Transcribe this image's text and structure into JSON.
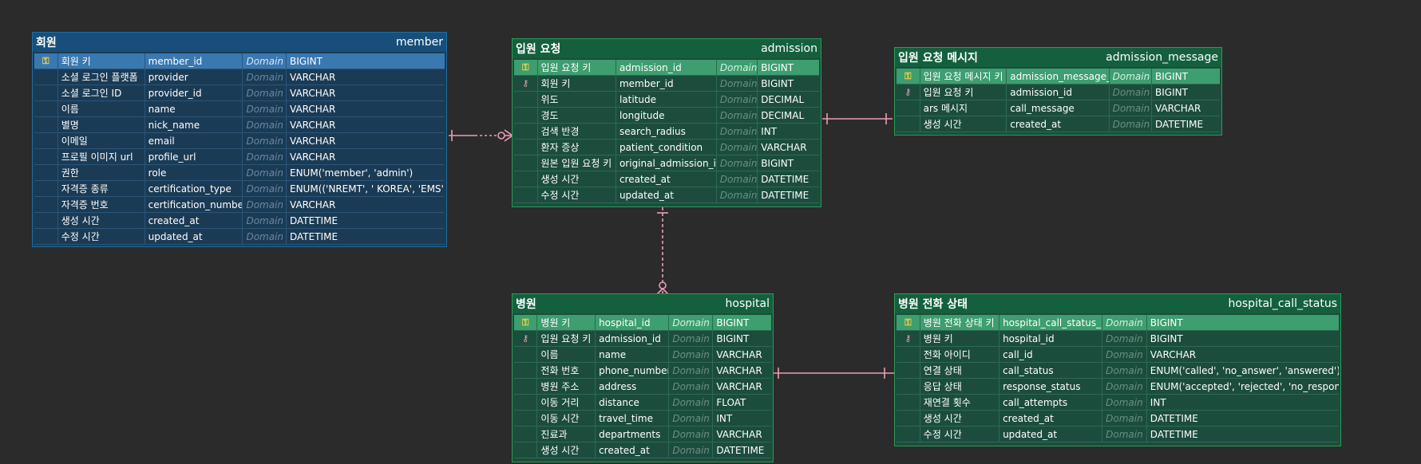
{
  "colors": {
    "background": "#2b2b2b",
    "green_border": "#2b9a59",
    "blue_border": "#1f6da0",
    "link": "#e8a0b4"
  },
  "member": {
    "title_ko": "회원",
    "title_en": "member",
    "rows": [
      {
        "ko": "회원 키",
        "col": "member_id",
        "domain": "Domain",
        "type": "BIGINT",
        "key": "pk"
      },
      {
        "ko": "소셜 로그인 플랫폼",
        "col": "provider",
        "domain": "Domain",
        "type": "VARCHAR"
      },
      {
        "ko": "소셜 로그인 ID",
        "col": "provider_id",
        "domain": "Domain",
        "type": "VARCHAR"
      },
      {
        "ko": "이름",
        "col": "name",
        "domain": "Domain",
        "type": "VARCHAR"
      },
      {
        "ko": "별명",
        "col": "nick_name",
        "domain": "Domain",
        "type": "VARCHAR"
      },
      {
        "ko": "이메일",
        "col": "email",
        "domain": "Domain",
        "type": "VARCHAR"
      },
      {
        "ko": "프로필 이미지 url",
        "col": "profile_url",
        "domain": "Domain",
        "type": "VARCHAR"
      },
      {
        "ko": "권한",
        "col": "role",
        "domain": "Domain",
        "type": "ENUM('member', 'admin')"
      },
      {
        "ko": "자격증 종류",
        "col": "certification_type",
        "domain": "Domain",
        "type": "ENUM(('NREMT', ' KOREA',  'EMS')"
      },
      {
        "ko": "자격증 번호",
        "col": "certification_number",
        "domain": "Domain",
        "type": "VARCHAR"
      },
      {
        "ko": "생성 시간",
        "col": "created_at",
        "domain": "Domain",
        "type": "DATETIME"
      },
      {
        "ko": "수정 시간",
        "col": "updated_at",
        "domain": "Domain",
        "type": "DATETIME"
      }
    ]
  },
  "admission": {
    "title_ko": "입원 요청",
    "title_en": "admission",
    "rows": [
      {
        "ko": "입원 요청 키",
        "col": "admission_id",
        "domain": "Domain",
        "type": "BIGINT",
        "key": "pk"
      },
      {
        "ko": "회원 키",
        "col": "member_id",
        "domain": "Domain",
        "type": "BIGINT",
        "key": "fk"
      },
      {
        "ko": "위도",
        "col": "latitude",
        "domain": "Domain",
        "type": "DECIMAL"
      },
      {
        "ko": "경도",
        "col": "longitude",
        "domain": "Domain",
        "type": "DECIMAL"
      },
      {
        "ko": "검색 반경",
        "col": "search_radius",
        "domain": "Domain",
        "type": "INT"
      },
      {
        "ko": "환자 증상",
        "col": "patient_condition",
        "domain": "Domain",
        "type": "VARCHAR"
      },
      {
        "ko": "원본 입원 요청 키",
        "col": "original_admission_id",
        "domain": "Domain",
        "type": "BIGINT"
      },
      {
        "ko": "생성 시간",
        "col": "created_at",
        "domain": "Domain",
        "type": "DATETIME"
      },
      {
        "ko": "수정 시간",
        "col": "updated_at",
        "domain": "Domain",
        "type": "DATETIME"
      }
    ]
  },
  "admission_message": {
    "title_ko": "입원 요청 메시지",
    "title_en": "admission_message",
    "rows": [
      {
        "ko": "입원 요청 메시지 키",
        "col": "admission_message_id",
        "domain": "Domain",
        "type": "BIGINT",
        "key": "pk"
      },
      {
        "ko": "입원 요청 키",
        "col": "admission_id",
        "domain": "Domain",
        "type": "BIGINT",
        "key": "fk"
      },
      {
        "ko": "ars 메시지",
        "col": "call_message",
        "domain": "Domain",
        "type": "VARCHAR"
      },
      {
        "ko": "생성 시간",
        "col": "created_at",
        "domain": "Domain",
        "type": "DATETIME"
      }
    ]
  },
  "hospital": {
    "title_ko": "병원",
    "title_en": "hospital",
    "rows": [
      {
        "ko": "병원 키",
        "col": "hospital_id",
        "domain": "Domain",
        "type": "BIGINT",
        "key": "pk"
      },
      {
        "ko": "입원 요청 키",
        "col": "admission_id",
        "domain": "Domain",
        "type": "BIGINT",
        "key": "fk"
      },
      {
        "ko": "이름",
        "col": "name",
        "domain": "Domain",
        "type": "VARCHAR"
      },
      {
        "ko": "전화 번호",
        "col": "phone_number",
        "domain": "Domain",
        "type": "VARCHAR"
      },
      {
        "ko": "병원 주소",
        "col": "address",
        "domain": "Domain",
        "type": "VARCHAR"
      },
      {
        "ko": "이동 거리",
        "col": "distance",
        "domain": "Domain",
        "type": "FLOAT"
      },
      {
        "ko": "이동 시간",
        "col": "travel_time",
        "domain": "Domain",
        "type": "INT"
      },
      {
        "ko": "진료과",
        "col": "departments",
        "domain": "Domain",
        "type": "VARCHAR"
      },
      {
        "ko": "생성 시간",
        "col": "created_at",
        "domain": "Domain",
        "type": "DATETIME"
      }
    ]
  },
  "hospital_call_status": {
    "title_ko": "병원 전화 상태",
    "title_en": "hospital_call_status",
    "rows": [
      {
        "ko": "병원 전화 상태 키",
        "col": "hospital_call_status_id",
        "domain": "Domain",
        "type": "BIGINT",
        "key": "pk"
      },
      {
        "ko": "병원 키",
        "col": "hospital_id",
        "domain": "Domain",
        "type": "BIGINT",
        "key": "fk"
      },
      {
        "ko": "전화 아이디",
        "col": "call_id",
        "domain": "Domain",
        "type": "VARCHAR"
      },
      {
        "ko": "연결 상태",
        "col": "call_status",
        "domain": "Domain",
        "type": "ENUM('called', 'no_answer', 'answered')"
      },
      {
        "ko": "응답 상태",
        "col": "response_status",
        "domain": "Domain",
        "type": "ENUM('accepted', 'rejected', 'no_response')"
      },
      {
        "ko": "재연결 횟수",
        "col": "call_attempts",
        "domain": "Domain",
        "type": "INT"
      },
      {
        "ko": "생성 시간",
        "col": "created_at",
        "domain": "Domain",
        "type": "DATETIME"
      },
      {
        "ko": "수정 시간",
        "col": "updated_at",
        "domain": "Domain",
        "type": "DATETIME"
      }
    ]
  }
}
